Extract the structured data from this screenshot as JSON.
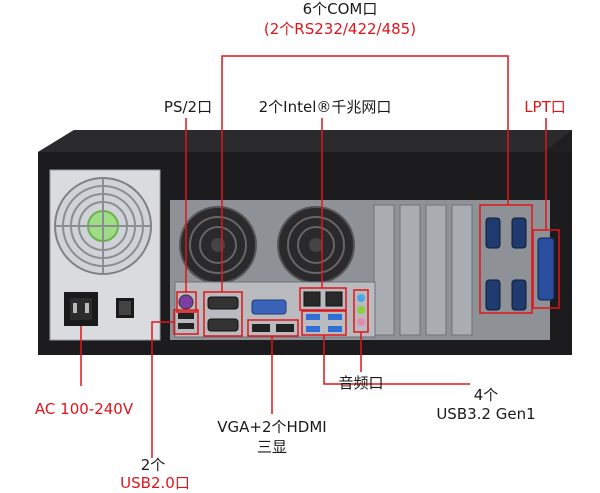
{
  "colors": {
    "callout": "#e0141b",
    "label_text": "#1a1a1a",
    "chassis": "#1f1f21",
    "rear_panel": "#8e9196",
    "io_shield": "#b9bbbf"
  },
  "labels": {
    "com_line1": "6个COM口",
    "com_line2": "(2个RS232/422/485)",
    "ps2": "PS/2口",
    "lan": "2个Intel®千兆网口",
    "lpt": "LPT口",
    "ac": "AC 100-240V",
    "audio": "音频口",
    "usb32_line1": "4个",
    "usb32_line2": "USB3.2 Gen1",
    "video_line1": "VGA+2个HDMI",
    "video_line2": "三显",
    "usb20_line1": "2个",
    "usb20_line2": "USB2.0口"
  },
  "icons": [
    "fan-grille-icon",
    "power-switch-icon",
    "ac-inlet-icon",
    "ps2-port-icon",
    "db9-port-icon",
    "vga-port-icon",
    "hdmi-port-icon",
    "rj45-port-icon",
    "usb-port-icon",
    "audio-jack-icon",
    "db25-port-icon"
  ]
}
